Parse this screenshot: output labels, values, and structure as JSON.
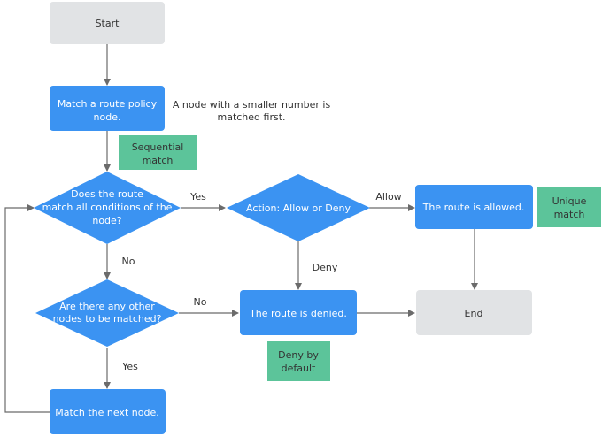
{
  "colors": {
    "process": "#3b93f2",
    "terminal": "#e1e3e5",
    "note": "#5cc49a",
    "edge": "#6b6b6b",
    "text_light": "#ffffff",
    "text_dark": "#333333"
  },
  "nodes": {
    "start": "Start",
    "match_policy": [
      "Match a route policy",
      "node."
    ],
    "all_conditions": [
      "Does the route",
      "match all conditions of the",
      "node?"
    ],
    "action": "Action: Allow or Deny",
    "allowed": "The route is allowed.",
    "other_nodes": [
      "Are there any other",
      "nodes to be matched?"
    ],
    "denied": "The route is denied.",
    "end": "End",
    "next_node": "Match the next node."
  },
  "notes": {
    "smaller_number": [
      "A node with a smaller number is",
      "matched first."
    ],
    "sequential": [
      "Sequential",
      "match"
    ],
    "unique": [
      "Unique",
      "match"
    ],
    "deny_default": [
      "Deny by",
      "default"
    ]
  },
  "edge_labels": {
    "yes_1": "Yes",
    "allow": "Allow",
    "no_1": "No",
    "deny": "Deny",
    "no_2": "No",
    "yes_2": "Yes"
  }
}
